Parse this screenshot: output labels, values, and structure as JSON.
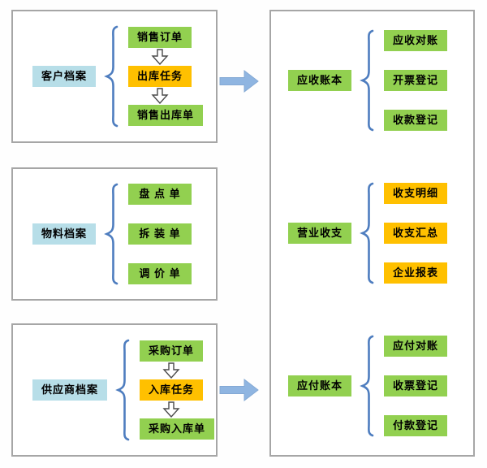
{
  "colors": {
    "node_green": "#92D050",
    "node_orange": "#FFC000",
    "entity_lightblue": "#B7DEE8",
    "flow_arrow_blue": "#8FB5E1",
    "brace_blue": "#4E7DBF",
    "panel_border_gray": "#A6A6A6",
    "text_black": "#000000"
  },
  "icons": {
    "brace": "curly-brace",
    "down_arrow": "hollow-down-block-arrow",
    "flow_arrow": "blue-right-block-arrow"
  },
  "left_panels": [
    {
      "label": "客户档案",
      "label_color": "lightblue",
      "items": [
        {
          "text": "销售订单",
          "color": "green"
        },
        {
          "text": "出库任务",
          "color": "orange"
        },
        {
          "text": "销售出库单",
          "color": "green"
        }
      ]
    },
    {
      "label": "物料档案",
      "label_color": "lightblue",
      "items": [
        {
          "text": "盘 点 单",
          "color": "green"
        },
        {
          "text": "拆 装 单",
          "color": "green"
        },
        {
          "text": "调 价 单",
          "color": "green"
        }
      ]
    },
    {
      "label": "供应商档案",
      "label_color": "lightblue",
      "items": [
        {
          "text": "采购订单",
          "color": "green"
        },
        {
          "text": "入库任务",
          "color": "orange"
        },
        {
          "text": "采购入库单",
          "color": "green"
        }
      ]
    }
  ],
  "right_panel": {
    "groups": [
      {
        "label": "应收账本",
        "label_color": "green",
        "items": [
          {
            "text": "应收对账",
            "color": "green"
          },
          {
            "text": "开票登记",
            "color": "green"
          },
          {
            "text": "收款登记",
            "color": "green"
          }
        ]
      },
      {
        "label": "营业收支",
        "label_color": "green",
        "items": [
          {
            "text": "收支明细",
            "color": "orange"
          },
          {
            "text": "收支汇总",
            "color": "orange"
          },
          {
            "text": "企业报表",
            "color": "orange"
          }
        ]
      },
      {
        "label": "应付账本",
        "label_color": "green",
        "items": [
          {
            "text": "应付对账",
            "color": "green"
          },
          {
            "text": "收票登记",
            "color": "green"
          },
          {
            "text": "付款登记",
            "color": "green"
          }
        ]
      }
    ]
  }
}
